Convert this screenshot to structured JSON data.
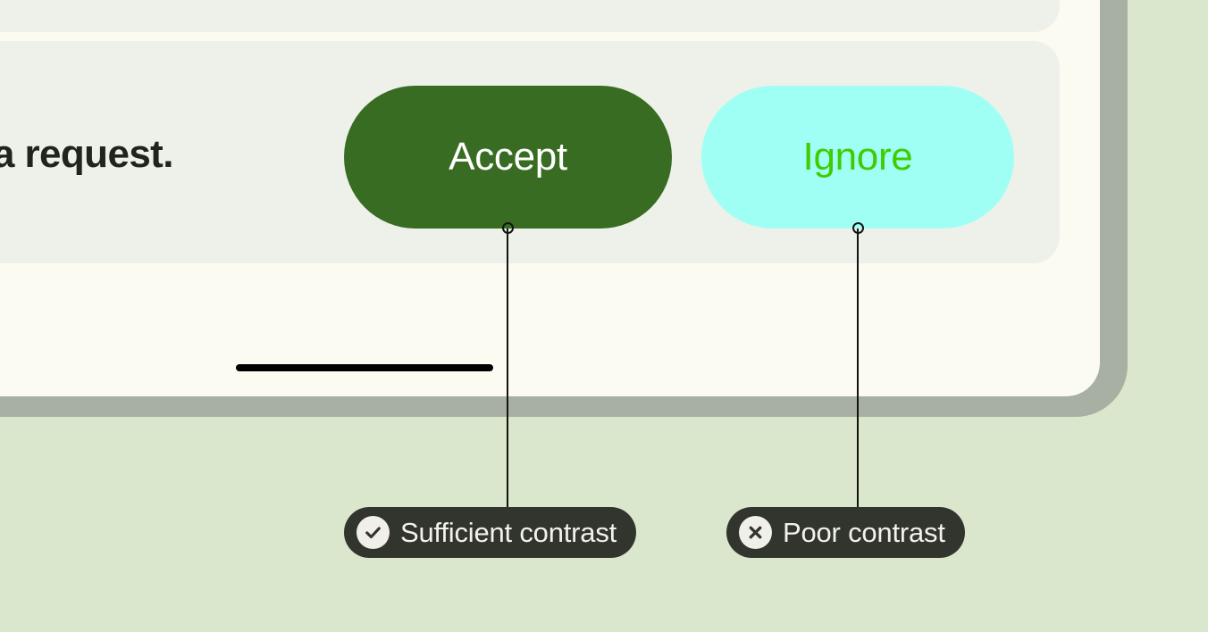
{
  "page": {
    "background_color": "#dbe7cc",
    "card_color": "#fbfbf2",
    "card_border_color": "#a8b0a3",
    "panel_color": "#eef1e9"
  },
  "message": {
    "text": "a request."
  },
  "actions": [
    {
      "label": "Accept",
      "background_color": "#386c22",
      "text_color": "#ffffff"
    },
    {
      "label": "Ignore",
      "background_color": "#a0fff5",
      "text_color": "#3fcc00"
    }
  ],
  "annotations": [
    {
      "label": "Sufficient contrast",
      "icon": "check-circle-icon",
      "pill_color": "#32352e",
      "text_color": "#f2f2ea"
    },
    {
      "label": "Poor contrast",
      "icon": "x-circle-icon",
      "pill_color": "#32352e",
      "text_color": "#f2f2ea"
    }
  ],
  "progress_bar": {
    "color": "#000000"
  }
}
